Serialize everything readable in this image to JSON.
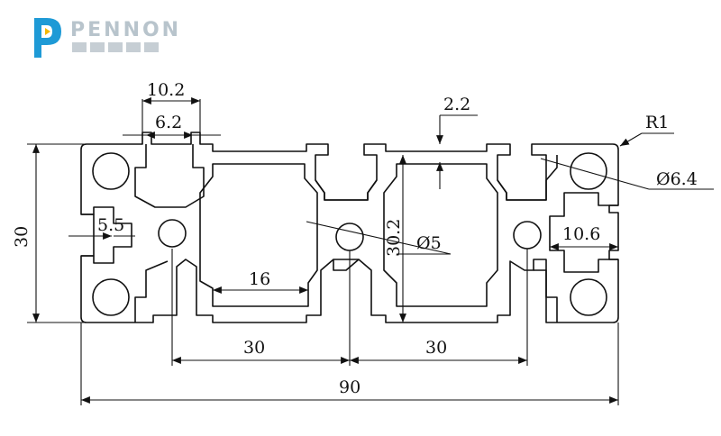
{
  "logo": {
    "wordmark": "PENNON",
    "subtitle": "",
    "colors": {
      "primary": "#1e9ad6",
      "accent": "#f5b800",
      "text": "#b8c4cc"
    }
  },
  "dimensions": {
    "top_slot_outer": "10.2",
    "top_slot_inner": "6.2",
    "left_slot": "5.5",
    "overall_height": "30",
    "center_height": "30.2",
    "wall_thickness": "2.2",
    "corner_radius": "R1",
    "corner_hole_dia": "Ø6.4",
    "center_hole_dia": "Ø5",
    "right_slot": "10.6",
    "inner_cavity_width": "16",
    "pitch_left": "30",
    "pitch_right": "30",
    "overall_width": "90"
  },
  "colors": {
    "line": "#111111",
    "profile_fill": "#ffffff"
  }
}
